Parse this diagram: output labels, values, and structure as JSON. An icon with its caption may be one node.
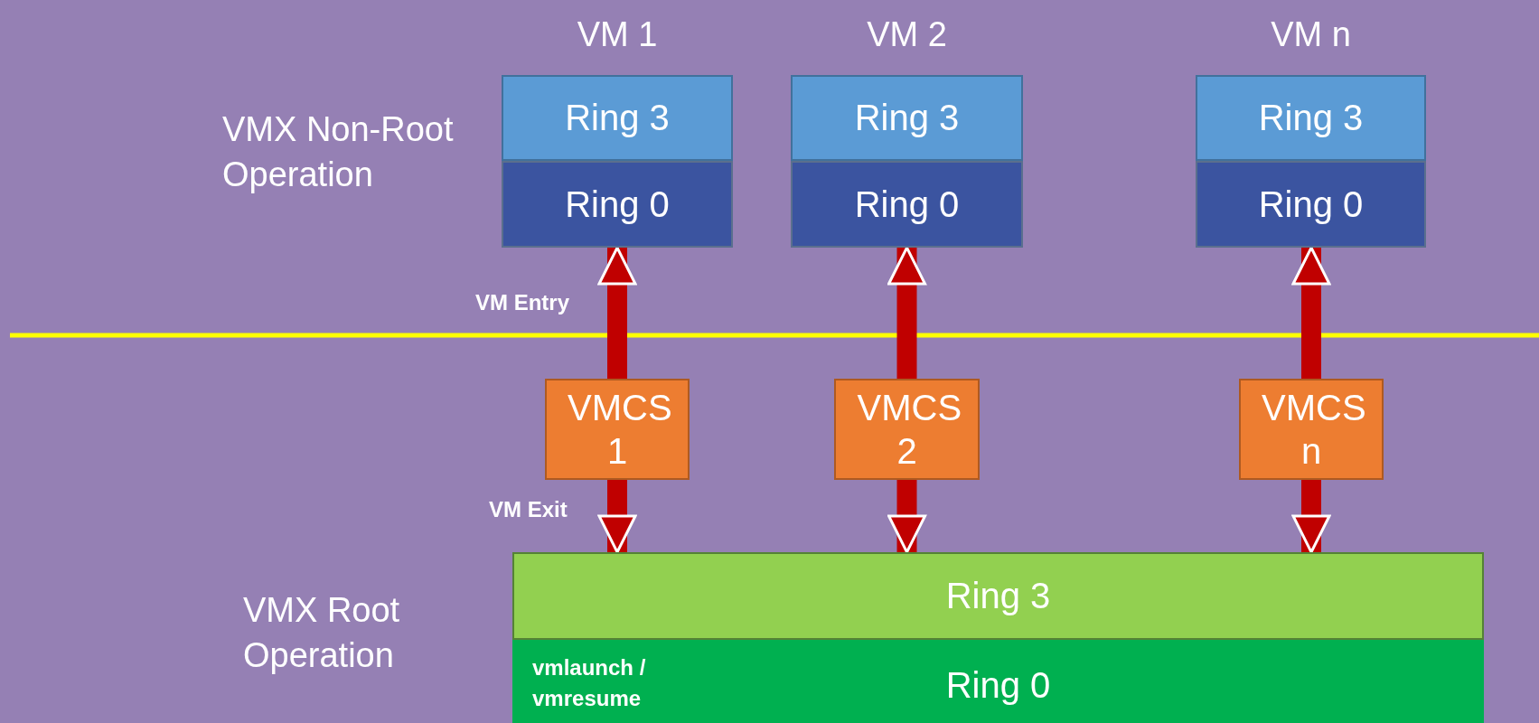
{
  "diagram": {
    "nodes": [
      {
        "text": [
          "Ring 3"
        ],
        "beside": [
          "VM 1"
        ]
      },
      {
        "text": [
          "Ring 0"
        ]
      },
      {
        "text": [
          "Ring 3"
        ],
        "beside": [
          "VM 2"
        ]
      },
      {
        "text": [
          "Ring 0"
        ]
      },
      {
        "text": [
          "Ring 3"
        ],
        "beside": [
          "VM n"
        ]
      },
      {
        "text": [
          "Ring 0"
        ]
      },
      {
        "text": [
          "VMCS 1"
        ]
      },
      {
        "text": [
          "VMCS 2"
        ]
      },
      {
        "text": [
          "VMCS n"
        ]
      },
      {
        "text": [
          "Ring 3"
        ]
      },
      {
        "text": [
          "vmlaunch / vmresume",
          "Ring 0"
        ]
      }
    ],
    "edges": [
      {
        "from": 6,
        "to": 1,
        "arrow": "to",
        "label": "VM Entry"
      },
      {
        "from": 7,
        "to": 3,
        "arrow": "to"
      },
      {
        "from": 8,
        "to": 5,
        "arrow": "to"
      },
      {
        "from": 6,
        "to": 9,
        "arrow": "to",
        "label": "VM Exit"
      },
      {
        "from": 7,
        "to": 9,
        "arrow": "to"
      },
      {
        "from": 8,
        "to": 9,
        "arrow": "to"
      }
    ],
    "labels": [
      "VMX Non-Root Operation",
      "VMX Root Operation"
    ]
  }
}
